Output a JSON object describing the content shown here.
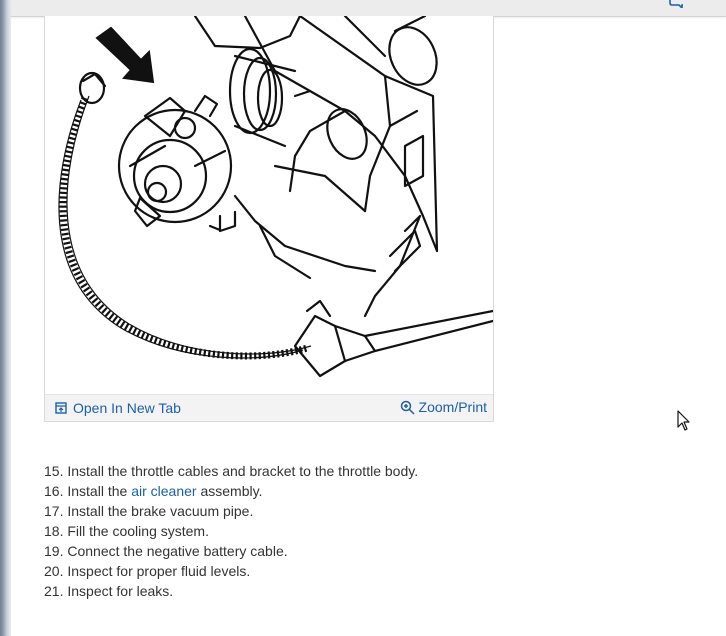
{
  "figure": {
    "open_in_new_tab": "Open In New Tab",
    "zoom_print": "Zoom/Print"
  },
  "steps": [
    {
      "number": "15.",
      "before": "Install the throttle cables and bracket to the throttle body.",
      "link": "",
      "after": ""
    },
    {
      "number": "16.",
      "before": "Install the",
      "link": "air cleaner",
      "after": "assembly."
    },
    {
      "number": "17.",
      "before": "Install the brake vacuum pipe.",
      "link": "",
      "after": ""
    },
    {
      "number": "18.",
      "before": "Fill the cooling system.",
      "link": "",
      "after": ""
    },
    {
      "number": "19.",
      "before": "Connect the negative battery cable.",
      "link": "",
      "after": ""
    },
    {
      "number": "20.",
      "before": "Inspect for proper fluid levels.",
      "link": "",
      "after": ""
    },
    {
      "number": "21.",
      "before": "Inspect for leaks.",
      "link": "",
      "after": ""
    }
  ],
  "icons": {
    "top_bar": "chat-icon",
    "open_tab": "open-new-tab-icon",
    "zoom": "zoom-in-icon",
    "pointer": "mouse-pointer-icon"
  },
  "colors": {
    "link": "#1d5fa8",
    "text": "#333333",
    "figure_bar": "#f3f3f3"
  }
}
